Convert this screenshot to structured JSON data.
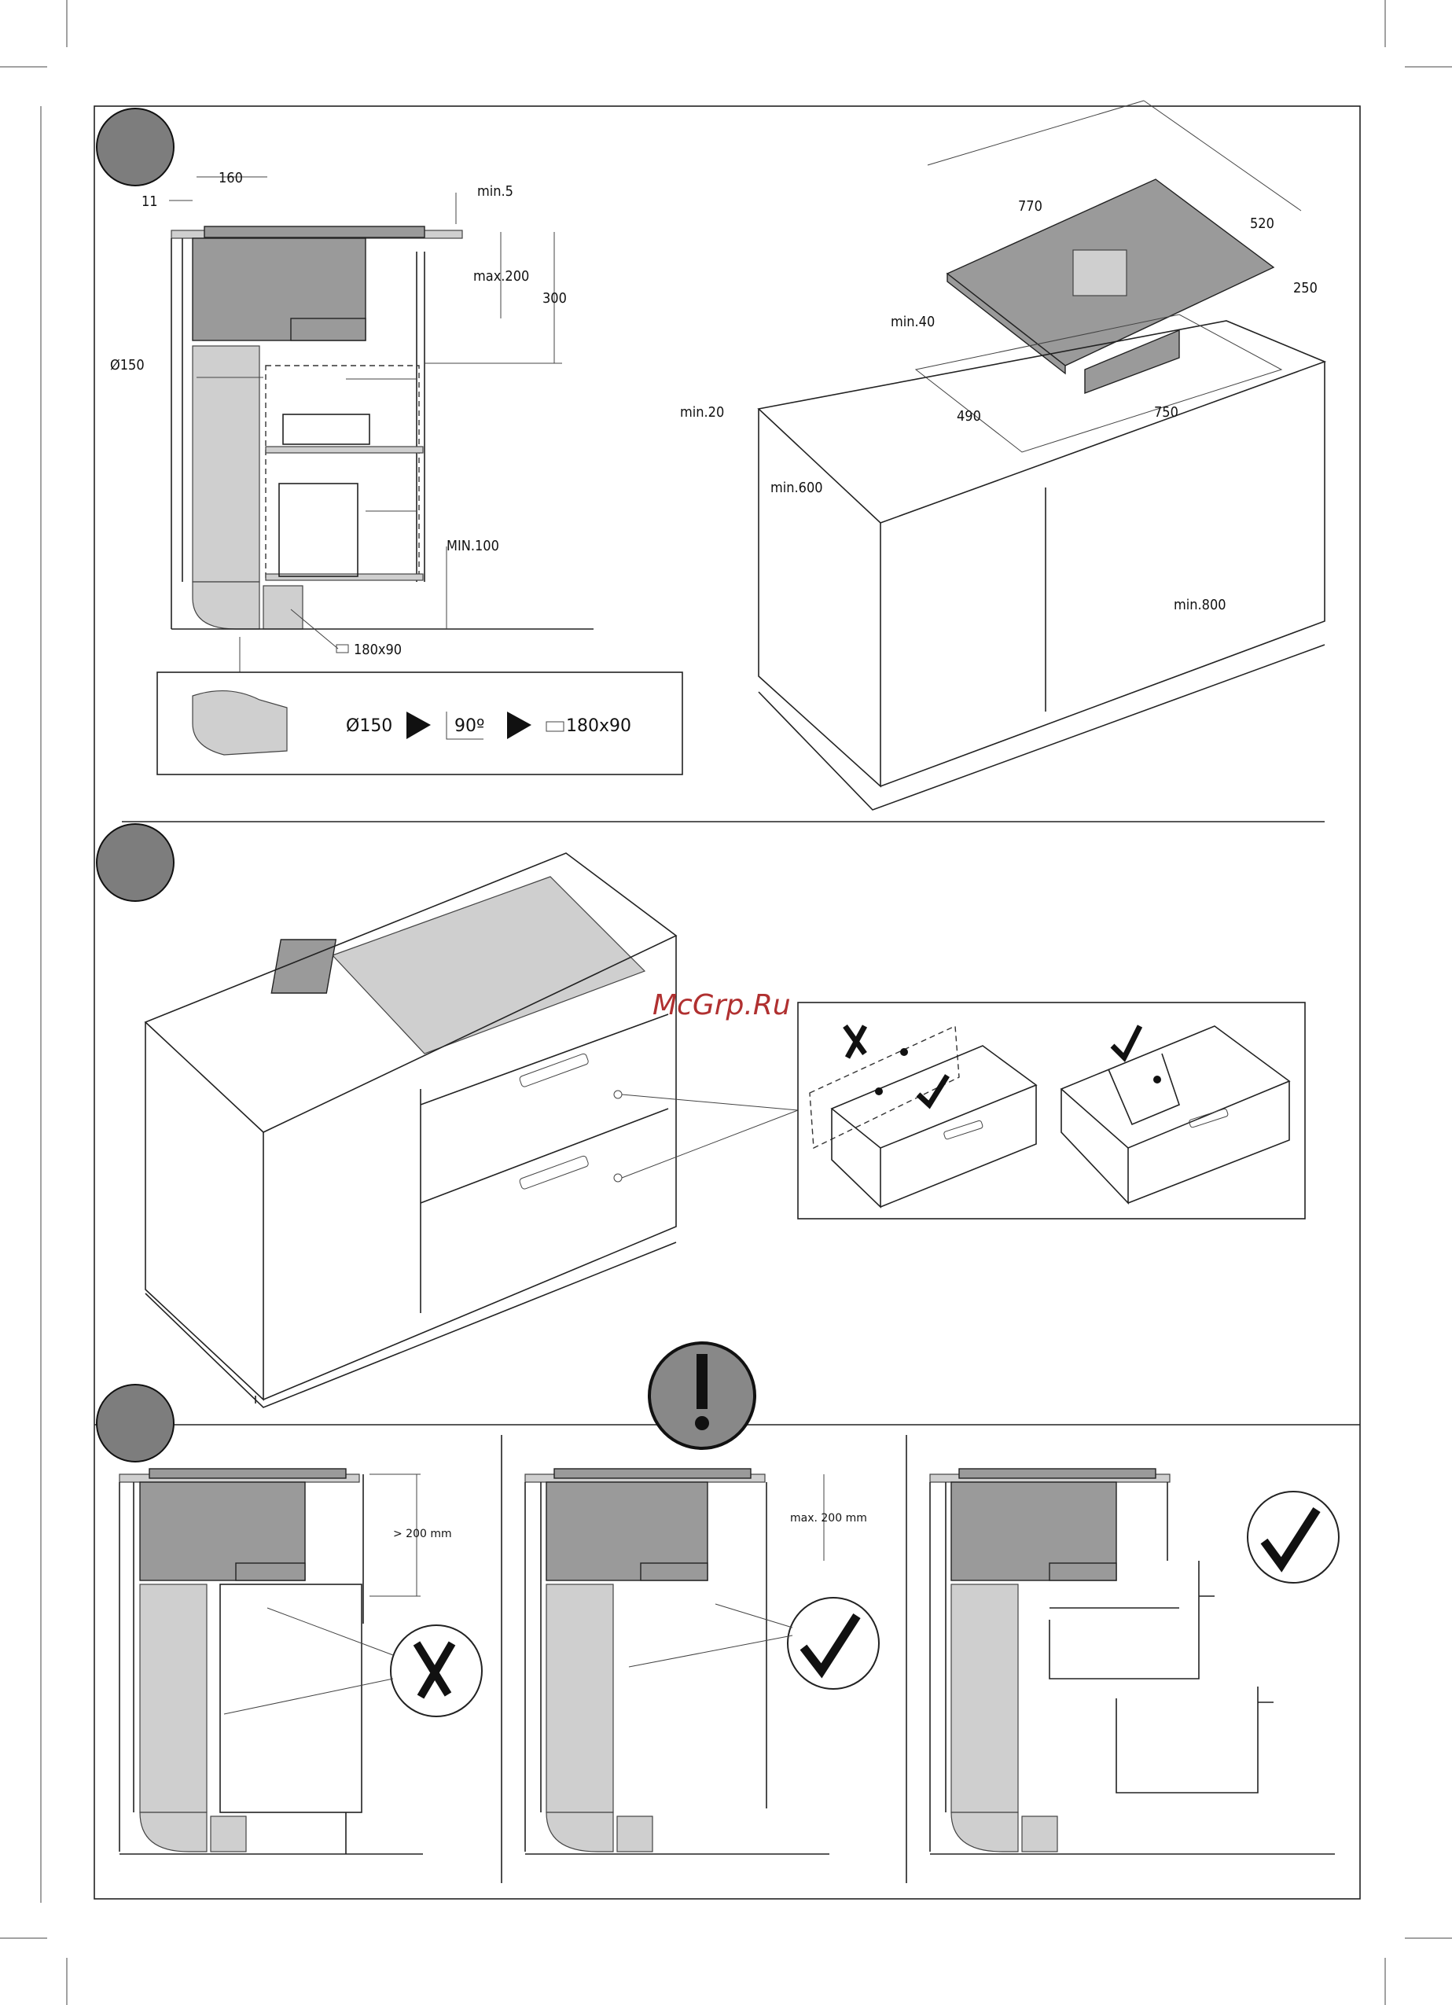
{
  "watermark": "McGrp.Ru",
  "panel1": {
    "dims": {
      "d160": "160",
      "d11": "11",
      "min5": "min.5",
      "max200": "max.200",
      "d300": "300",
      "d150": "Ø150",
      "min100": "MIN.100",
      "duct": "180x90"
    },
    "legend": {
      "round": "Ø150",
      "angle": "90º",
      "flat": "180x90"
    },
    "iso_dims": {
      "w770": "770",
      "d520": "520",
      "h250": "250",
      "min40": "min.40",
      "min20": "min.20",
      "d490": "490",
      "w750": "750",
      "min600": "min.600",
      "min800": "min.800"
    }
  },
  "panel3": {
    "gt200": "> 200 mm",
    "max200": "max. 200 mm"
  },
  "icons": {
    "check": "check-mark",
    "cross": "cross-mark",
    "warning": "exclamation-warning"
  }
}
